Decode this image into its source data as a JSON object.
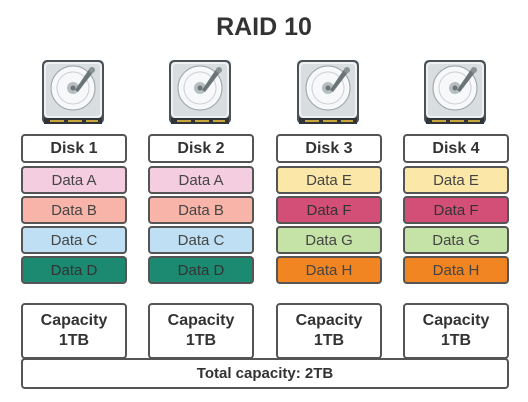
{
  "title": "RAID 10",
  "disks": [
    {
      "label": "Disk 1",
      "blocks": [
        {
          "text": "Data A",
          "color": "#f5cde0"
        },
        {
          "text": "Data B",
          "color": "#f8b4a8"
        },
        {
          "text": "Data C",
          "color": "#bfe0f4"
        },
        {
          "text": "Data D",
          "color": "#1b8a70"
        }
      ],
      "capacity_label": "Capacity",
      "capacity_value": "1TB"
    },
    {
      "label": "Disk 2",
      "blocks": [
        {
          "text": "Data A",
          "color": "#f5cde0"
        },
        {
          "text": "Data B",
          "color": "#f8b4a8"
        },
        {
          "text": "Data C",
          "color": "#bfe0f4"
        },
        {
          "text": "Data D",
          "color": "#1b8a70"
        }
      ],
      "capacity_label": "Capacity",
      "capacity_value": "1TB"
    },
    {
      "label": "Disk 3",
      "blocks": [
        {
          "text": "Data E",
          "color": "#fbe8a8"
        },
        {
          "text": "Data F",
          "color": "#d44f77"
        },
        {
          "text": "Data G",
          "color": "#c5e3a6"
        },
        {
          "text": "Data H",
          "color": "#f08522"
        }
      ],
      "capacity_label": "Capacity",
      "capacity_value": "1TB"
    },
    {
      "label": "Disk 4",
      "blocks": [
        {
          "text": "Data E",
          "color": "#fbe8a8"
        },
        {
          "text": "Data F",
          "color": "#d44f77"
        },
        {
          "text": "Data G",
          "color": "#c5e3a6"
        },
        {
          "text": "Data H",
          "color": "#f08522"
        }
      ],
      "capacity_label": "Capacity",
      "capacity_value": "1TB"
    }
  ],
  "total_capacity": "Total capacity: 2TB",
  "icon": "hard-drive-icon"
}
